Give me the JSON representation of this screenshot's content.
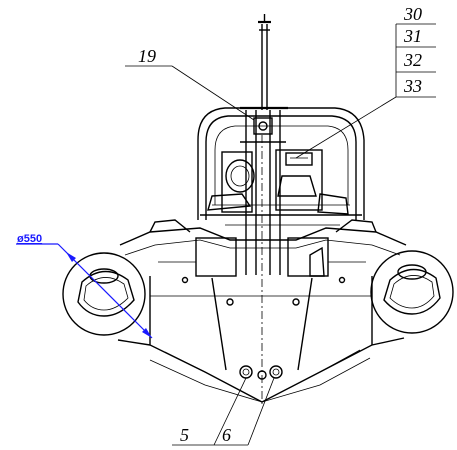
{
  "callouts": {
    "c19": "19",
    "c30": "30",
    "c31": "31",
    "c32": "32",
    "c33": "33",
    "c5": "5",
    "c6": "6"
  },
  "dimension": {
    "label": "ø550",
    "color": "#1a1aff"
  }
}
